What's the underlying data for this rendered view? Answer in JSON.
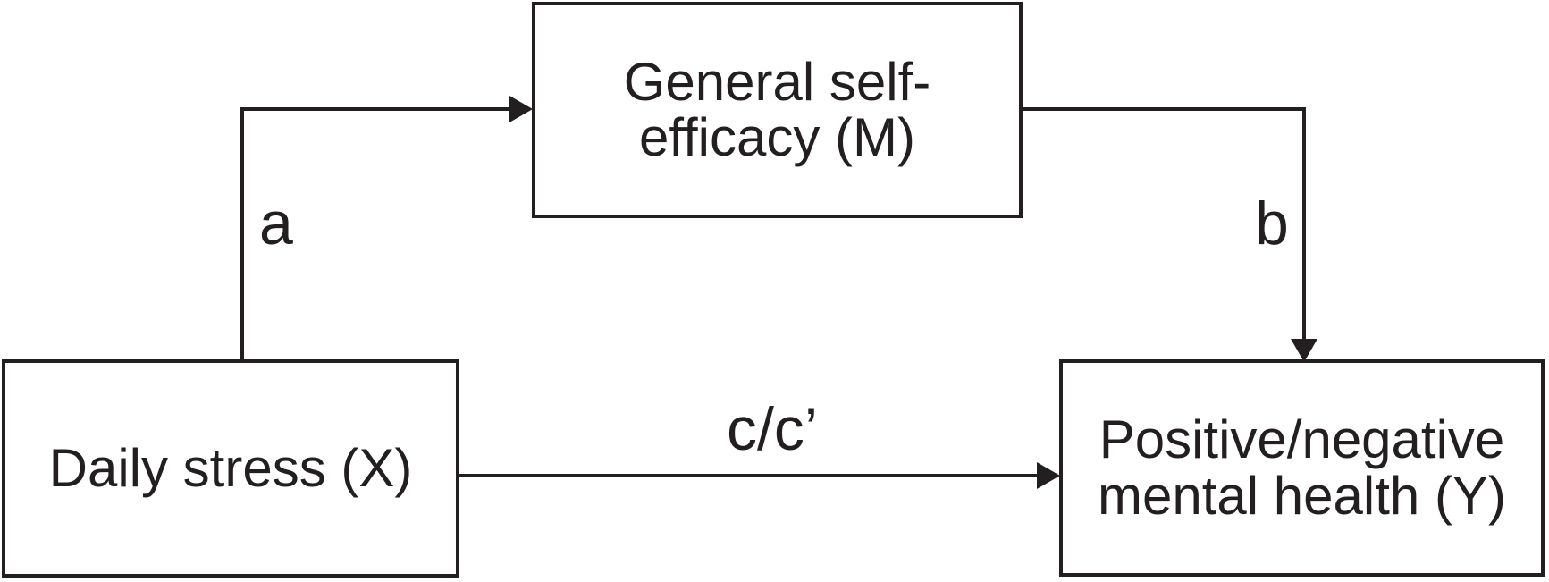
{
  "figure": {
    "kind": "mediation path diagram",
    "background": "#ffffff",
    "line_color": "#231f20"
  },
  "nodes": {
    "mediator": {
      "variable": "M",
      "label": "General self-\nefficacy (M)"
    },
    "predictor": {
      "variable": "X",
      "label": "Daily stress (X)"
    },
    "outcome": {
      "variable": "Y",
      "label": "Positive/negative\nmental health (Y)"
    }
  },
  "paths": {
    "a": {
      "label": "a",
      "from": "X",
      "to": "M"
    },
    "b": {
      "label": "b",
      "from": "M",
      "to": "Y"
    },
    "c": {
      "label": "c/c’",
      "from": "X",
      "to": "Y"
    }
  }
}
